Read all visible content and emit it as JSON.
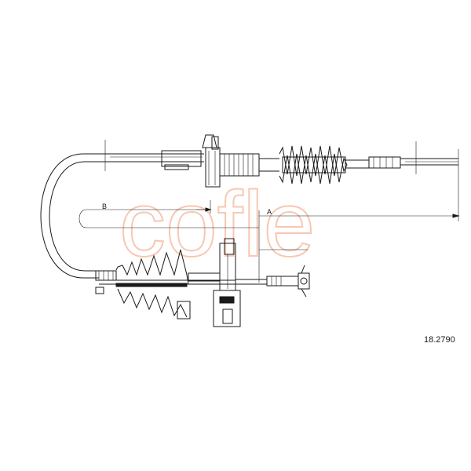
{
  "watermark": {
    "text": "cofle",
    "color": "#f29b76"
  },
  "labels": {
    "a": "A",
    "b": "B"
  },
  "part_number": "18.2790"
}
